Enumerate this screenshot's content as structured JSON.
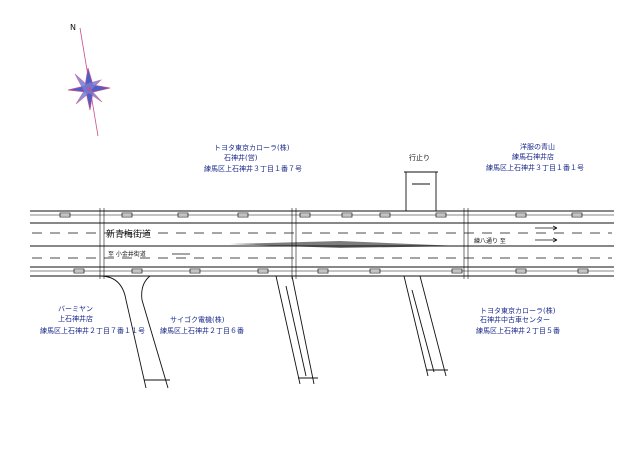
{
  "compass": {
    "north_label": "N"
  },
  "streets": {
    "main_road": "新青梅街道",
    "direction_left": "至 小金井街道",
    "direction_right": "練八通り 至",
    "dead_end": "行止り"
  },
  "places": [
    {
      "id": "toyota-top",
      "lines": [
        "トヨタ東京カローラ(株)",
        "石神井(営)",
        "練馬区上石神井３丁目１番７号"
      ]
    },
    {
      "id": "yoshiharu",
      "lines": [
        "洋服の青山",
        "練馬石神井店",
        "練馬区上石神井３丁目１番１号"
      ]
    },
    {
      "id": "bamiyan",
      "lines": [
        "バーミヤン",
        "上石神井店",
        "練馬区上石神井２丁目７番１１号"
      ]
    },
    {
      "id": "saigoku",
      "lines": [
        "サイゴク電機(株)",
        "練馬区上石神井２丁目６番"
      ]
    },
    {
      "id": "toyota-bottom",
      "lines": [
        "トヨタ東京カローラ(株)",
        "石神井中古車センター",
        "練馬区上石神井２丁目５番"
      ]
    }
  ],
  "colors": {
    "label": "#1a2a8c",
    "road": "#111111",
    "compass_fill": "#4a5fc8",
    "compass_edge": "#c8508a"
  }
}
